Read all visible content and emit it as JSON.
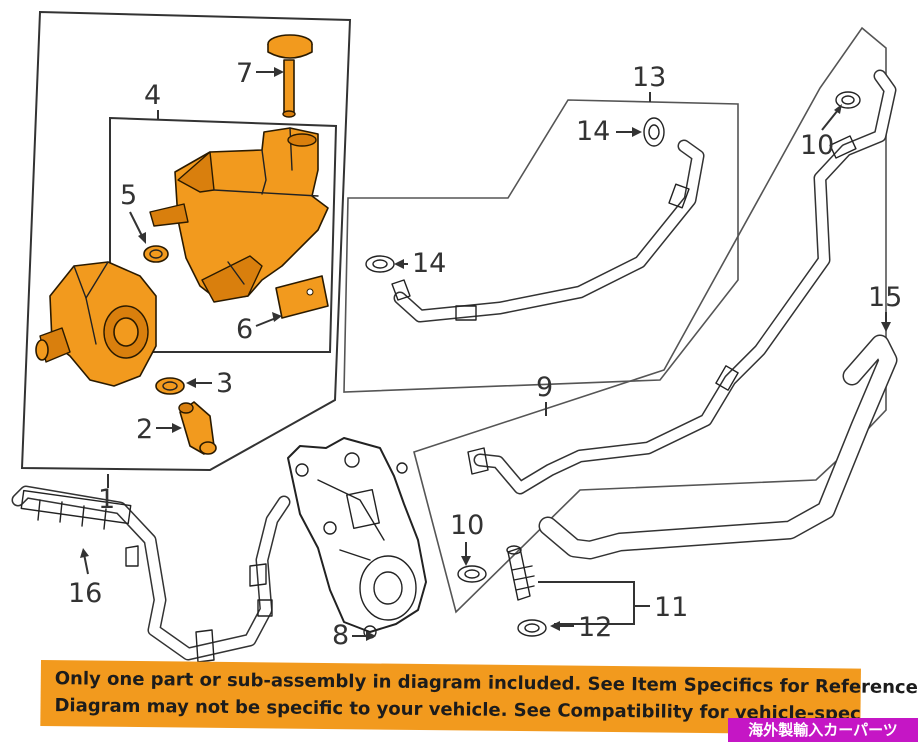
{
  "callouts": {
    "c1": "1",
    "c2": "2",
    "c3": "3",
    "c4": "4",
    "c5": "5",
    "c6": "6",
    "c7": "7",
    "c8": "8",
    "c9": "9",
    "c10a": "10",
    "c10b": "10",
    "c11": "11",
    "c12": "12",
    "c13": "13",
    "c14a": "14",
    "c14b": "14",
    "c15": "15",
    "c16": "16"
  },
  "banner": {
    "line1": "Only one part or sub-assembly in diagram included. See Item Specifics for Reference #.",
    "line2": "Diagram may not be specific to your vehicle. See Compatibility for vehicle-spec"
  },
  "watermark": "海外製輸入カーパーツ",
  "colors": {
    "highlight": "#f29a1e",
    "watermark": "#c516c5",
    "line": "#333333"
  }
}
